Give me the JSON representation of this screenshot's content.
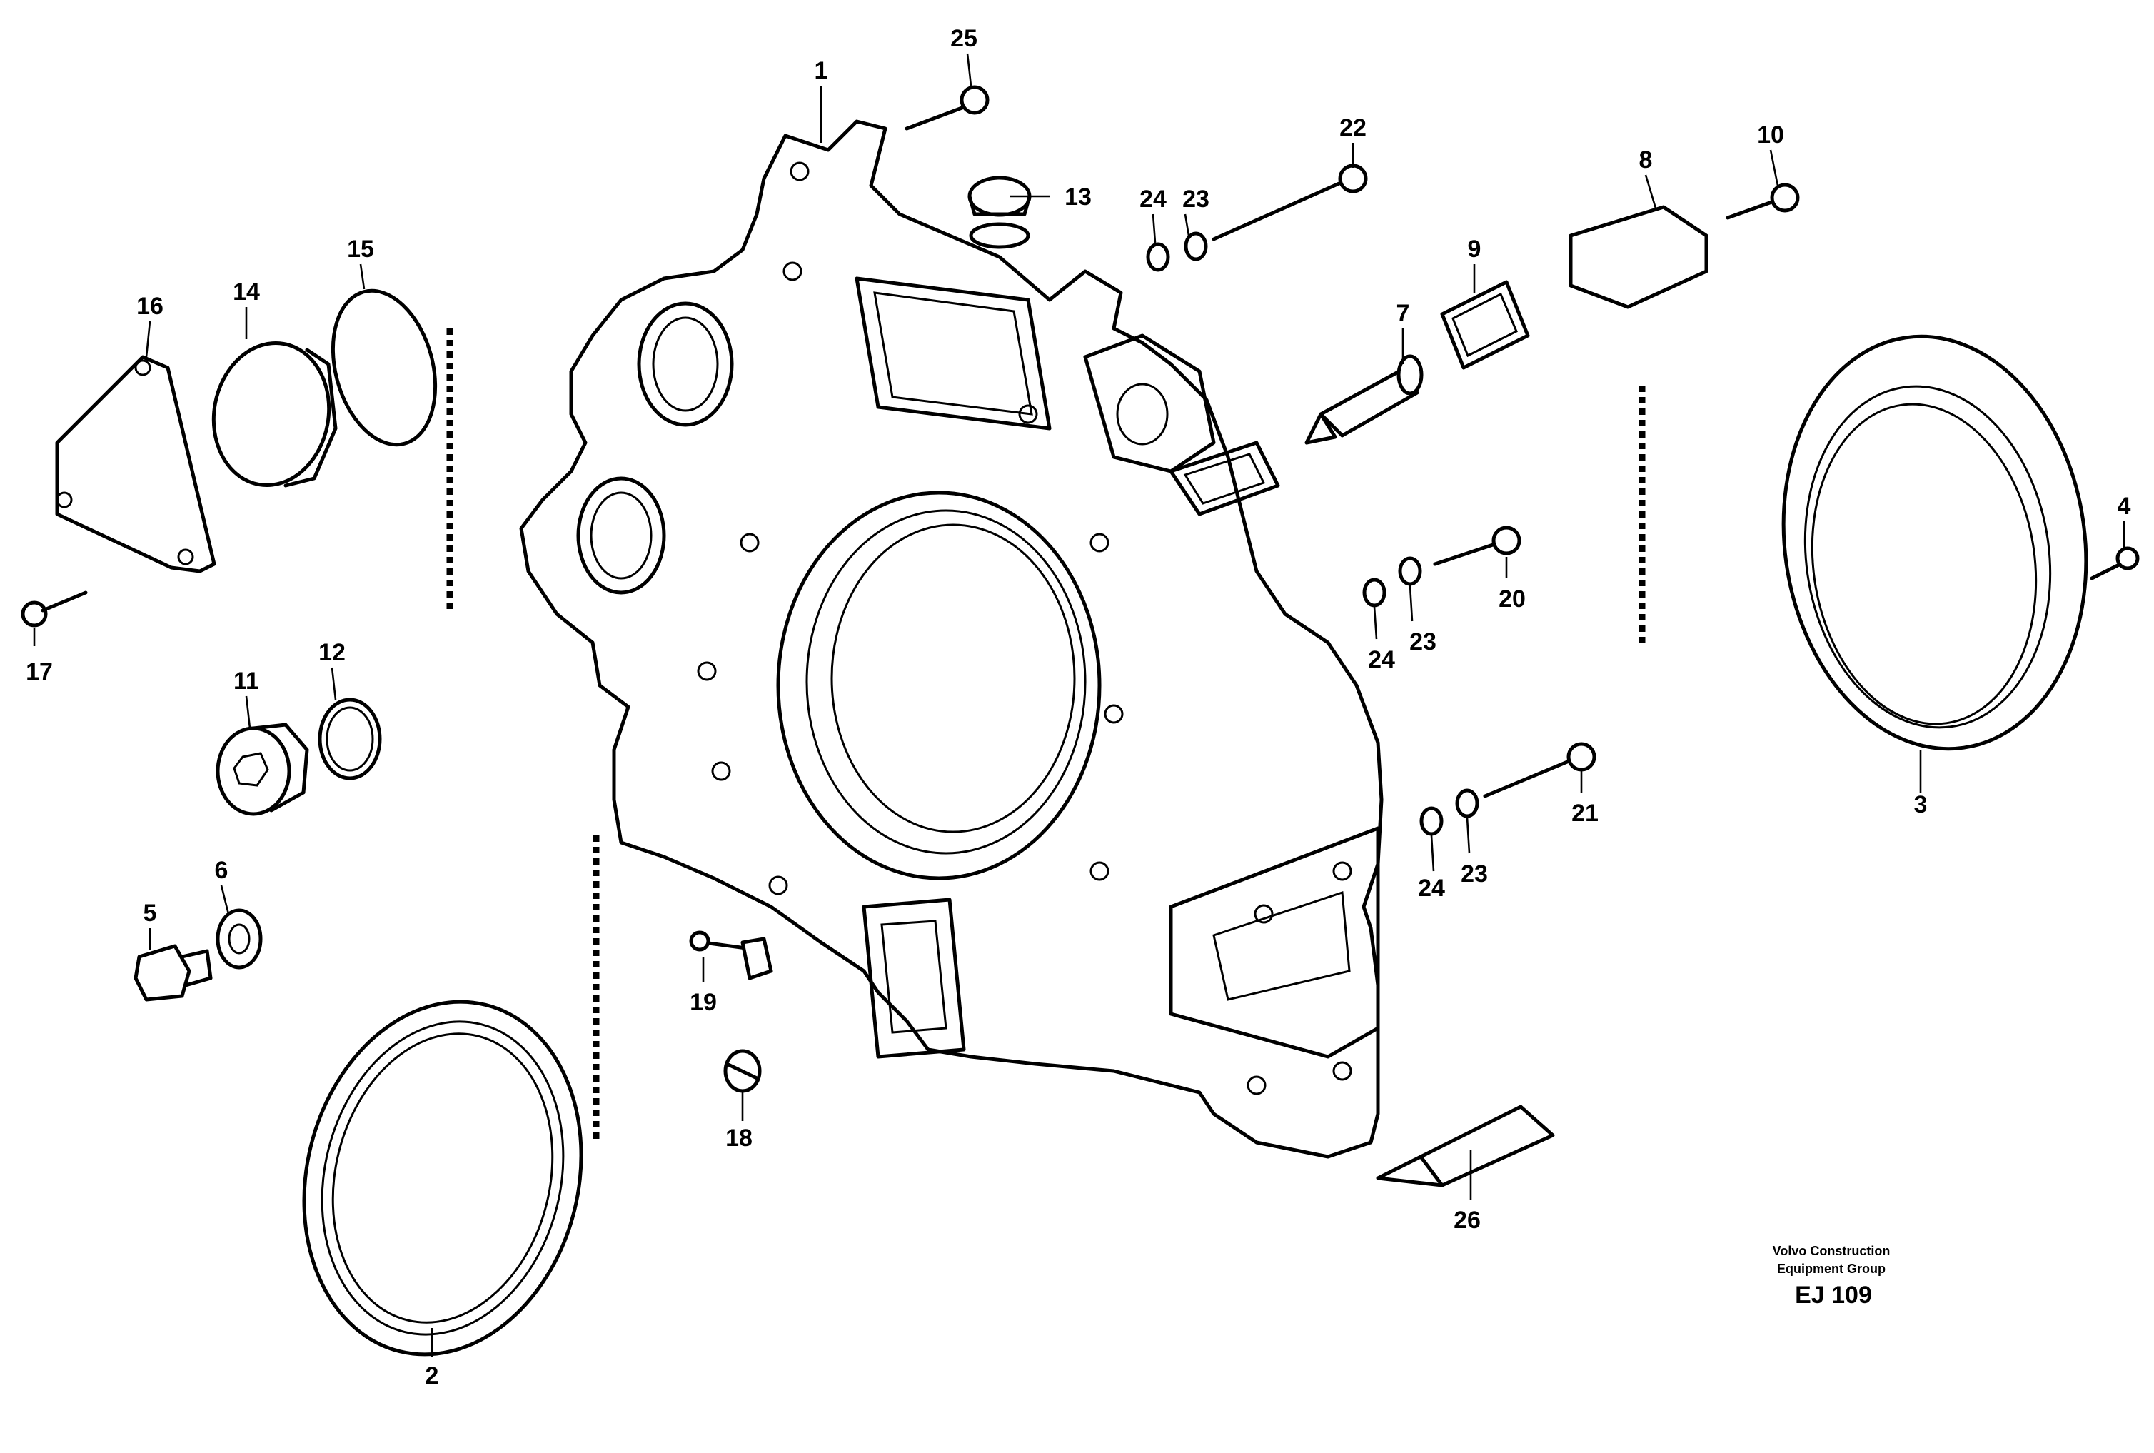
{
  "callouts": {
    "c1": "1",
    "c2": "2",
    "c3": "3",
    "c4": "4",
    "c5": "5",
    "c6": "6",
    "c7": "7",
    "c8": "8",
    "c9": "9",
    "c10": "10",
    "c11": "11",
    "c12": "12",
    "c13": "13",
    "c14": "14",
    "c15": "15",
    "c16": "16",
    "c17": "17",
    "c18": "18",
    "c19": "19",
    "c20": "20",
    "c21": "21",
    "c22": "22",
    "c23a": "23",
    "c23b": "23",
    "c23c": "23",
    "c24a": "24",
    "c24b": "24",
    "c24c": "24",
    "c25": "25",
    "c26": "26"
  },
  "credit": {
    "line1": "Volvo Construction",
    "line2": "Equipment Group",
    "code": "EJ 109"
  }
}
